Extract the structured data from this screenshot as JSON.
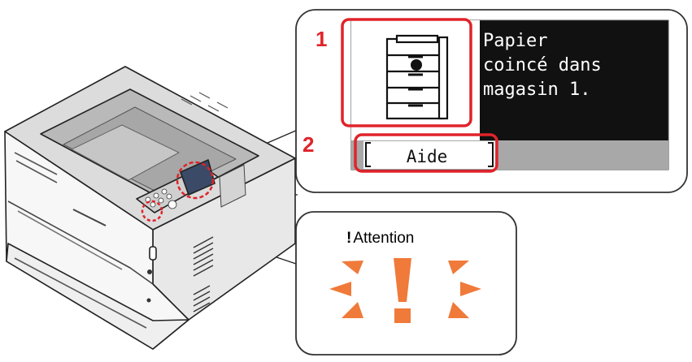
{
  "callouts": {
    "num1": "1",
    "num2": "2"
  },
  "lcd": {
    "message": "Papier\ncoincé dans\nmagasin 1.",
    "help_button": "Aide"
  },
  "attention": {
    "mark": "!",
    "label": "Attention",
    "indicator_symbol": "!"
  },
  "colors": {
    "callout_red": "#e0232a",
    "attention_orange": "#f07a3a",
    "lcd_background": "#111111",
    "panel_border": "#333333"
  }
}
